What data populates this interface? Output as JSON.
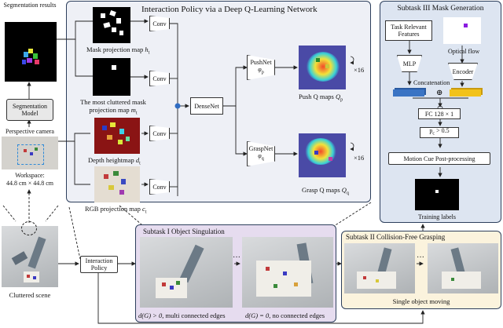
{
  "dqn": {
    "title": "Interaction Policy via a Deep Q-Learning Network",
    "mask_map_label": "Mask projection map ",
    "mask_map_var": "h",
    "clutter_label_1": "The most cluttered mask",
    "clutter_label_2": "projection map ",
    "clutter_var": "m",
    "depth_label": "Depth heightmap ",
    "depth_var": "d",
    "rgb_label": "RGB projection map ",
    "rgb_var": "c",
    "conv": "Conv",
    "densenet": "DenseNet",
    "pushnet": "PushNet ",
    "pushnet_var": "φ",
    "graspnet": "GraspNet ",
    "graspnet_var": "φ",
    "push_q_label": "Push Q maps ",
    "push_q_var": "Q",
    "grasp_q_label": "Grasp Q maps ",
    "grasp_q_var": "Q",
    "times16": "×16",
    "sub_t": "t",
    "sub_p": "p",
    "sub_q": "q"
  },
  "left": {
    "seg_results": "Segmentation results",
    "seg_model_1": "Segmentation",
    "seg_model_2": "Model",
    "persp_camera": "Perspective camera",
    "workspace_1": "Workspace:",
    "workspace_2": "44.8 cm × 44.8 cm",
    "cluttered": "Cluttered scene"
  },
  "policy": {
    "line1": "Interaction",
    "line2": "Policy"
  },
  "sub3": {
    "title": "Subtask III  Mask Generation",
    "task_features_1": "Task Relevant",
    "task_features_2": "Features",
    "optical_flow": "Optical flow",
    "mlp": "MLP",
    "encoder": "Encoder",
    "concat": "Concatenation",
    "oplus": "⊕",
    "fc": "FC 128 × 1",
    "pc": "p",
    "pc_sub": "c",
    "pc_rest": " > 0.5",
    "motion": "Motion Cue Post-processing",
    "training": "Training labels"
  },
  "sub1": {
    "title": "Subtask I  Object Singulation",
    "dots": "···",
    "cap_left_a": "d(G) > 0",
    "cap_left_b": ", multi connected edges",
    "cap_right_a": "d(G) = 0",
    "cap_right_b": ", no connected edges"
  },
  "sub2": {
    "title": "Subtask II  Collision-Free Grasping",
    "dots": "···",
    "caption": "Single object moving"
  },
  "colors": {
    "panel_border": "#2d3f5c",
    "encoder_blue": "#3a74c4",
    "encoder_yellow": "#f2c21a",
    "optical_flow_dot": "#8a1be0",
    "depth_red": "#8a1414"
  }
}
